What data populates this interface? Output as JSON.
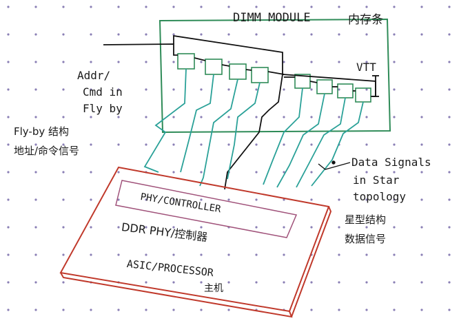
{
  "module_title": "DIMM MODULE",
  "module_title_cn": "内存条",
  "vtt_label": "VTT",
  "addr_label_lines": [
    "Addr/",
    "Cmd in",
    "Fly by"
  ],
  "flyby_label": "Fly-by 结构",
  "flyby_cn": "地址/命令信号",
  "data_label_lines": [
    "Data Signals",
    "in Star",
    "topology"
  ],
  "star_cn_lines": [
    "星型结构",
    "数据信号"
  ],
  "phy_controller_label": "PHY/CONTROLLER",
  "ddr_phy_label": "DDR PHY/控制器",
  "asic_label": "ASIC/PROCESSOR",
  "host_cn": "主机",
  "colors": {
    "dimm": "#2e8b57",
    "traces": "#2aa198",
    "asic": "#c0392b",
    "phy": "#a0527a",
    "bus": "#111111",
    "grid_dots": "#8a7fb5"
  }
}
